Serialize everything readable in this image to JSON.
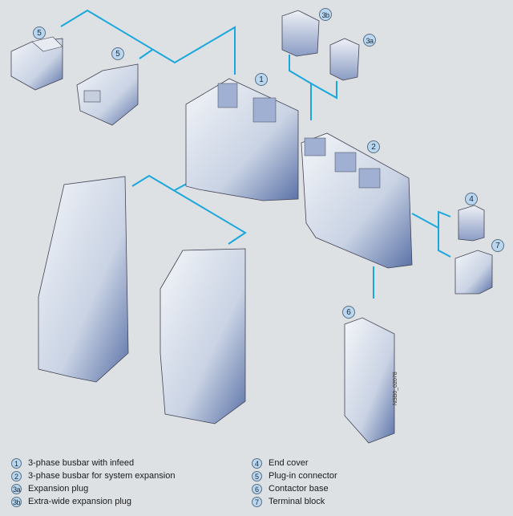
{
  "diagram": {
    "title": "3-phase busbar system components (exploded view)",
    "accent_color": "#1aa7dc",
    "badges": {
      "b1": "1",
      "b2": "2",
      "b3a": "3a",
      "b3b": "3b",
      "b4": "4",
      "b5a": "5",
      "b5b": "5",
      "b6": "6",
      "b7": "7"
    },
    "document_id": "NSB0_02078"
  },
  "legend": {
    "left": [
      {
        "num": "1",
        "label": "3-phase busbar with infeed"
      },
      {
        "num": "2",
        "label": "3-phase busbar for system expansion"
      },
      {
        "num": "3a",
        "label": "Expansion plug"
      },
      {
        "num": "3b",
        "label": "Extra-wide expansion plug"
      }
    ],
    "right": [
      {
        "num": "4",
        "label": "End cover"
      },
      {
        "num": "5",
        "label": "Plug-in connector"
      },
      {
        "num": "6",
        "label": "Contactor base"
      },
      {
        "num": "7",
        "label": "Terminal block"
      }
    ]
  }
}
